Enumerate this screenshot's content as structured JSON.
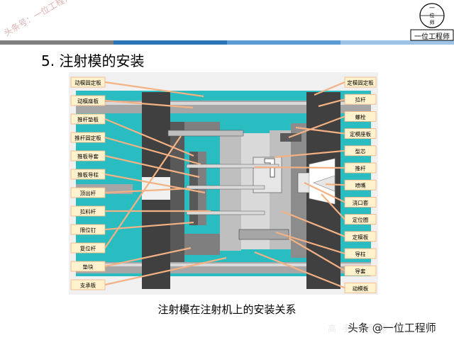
{
  "header": {
    "watermark": "头条号：一位工程师",
    "title": "5. 注射模的安装",
    "logo_top": "一",
    "logo_middle": "位",
    "logo_bottom": "师",
    "logo_text": "一位工程师"
  },
  "colors": {
    "accent_blue": "#2e75b6",
    "cavity_teal": "#29bdc1",
    "label_box": "#fff2cc",
    "label_border": "#f4b183",
    "leader_line": "#f4b183",
    "platen": "#404040",
    "tie_bar": "#a6a6a6"
  },
  "diagram": {
    "left_labels": [
      {
        "text": "动模固定板"
      },
      {
        "text": "动模座板"
      },
      {
        "text": "推杆垫板"
      },
      {
        "text": "推杆固定板"
      },
      {
        "text": "推板导套"
      },
      {
        "text": "推板导柱"
      },
      {
        "text": "顶出杆"
      },
      {
        "text": "拉料杆"
      },
      {
        "text": "限位钉"
      },
      {
        "text": "复位杆"
      },
      {
        "text": "垫块"
      },
      {
        "text": "支承板"
      }
    ],
    "right_labels": [
      {
        "text": "定模固定板"
      },
      {
        "text": "拉杆"
      },
      {
        "text": "螺栓"
      },
      {
        "text": "定模座板"
      },
      {
        "text": "型芯"
      },
      {
        "text": "推杆"
      },
      {
        "text": "喷嘴"
      },
      {
        "text": "浇口套"
      },
      {
        "text": "定位圈"
      },
      {
        "text": "定模板"
      },
      {
        "text": "导柱"
      },
      {
        "text": "导套"
      },
      {
        "text": "动模板"
      }
    ]
  },
  "caption": "注射模在注射机上的安装关系",
  "footer": {
    "faint_watermark": "高手·硬核",
    "source": "头条 @一位工程师"
  }
}
